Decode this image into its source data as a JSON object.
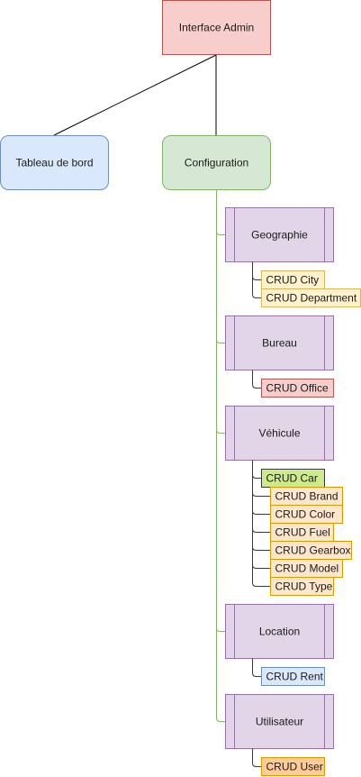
{
  "nodes": {
    "root": {
      "label": "Interface Admin",
      "fill": "#f8cecc",
      "stroke": "#b85450"
    },
    "dashboard": {
      "label": "Tableau de bord",
      "fill": "#dae8fc",
      "stroke": "#6c8ebf"
    },
    "config": {
      "label": "Configuration",
      "fill": "#d5e8d4",
      "stroke": "#82b366"
    }
  },
  "modules": [
    {
      "key": "geographie",
      "label": "Geographie",
      "fill": "#e1d5e7",
      "stroke": "#9673a6",
      "items": [
        {
          "label": "CRUD City",
          "fill": "#fff2cc",
          "stroke": "#d6b656"
        },
        {
          "label": "CRUD Department",
          "fill": "#fff2cc",
          "stroke": "#d6b656"
        }
      ]
    },
    {
      "key": "bureau",
      "label": "Bureau",
      "fill": "#e1d5e7",
      "stroke": "#9673a6",
      "items": [
        {
          "label": "CRUD Office",
          "fill": "#f8cecc",
          "stroke": "#b85450"
        }
      ]
    },
    {
      "key": "vehicule",
      "label": "Véhicule",
      "fill": "#e1d5e7",
      "stroke": "#9673a6",
      "items": [
        {
          "label": "CRUD Car",
          "fill": "#cdeb8b",
          "stroke": "#36393d"
        },
        {
          "label": "CRUD Brand",
          "fill": "#ffe6cc",
          "stroke": "#d79b00"
        },
        {
          "label": "CRUD Color",
          "fill": "#ffe6cc",
          "stroke": "#d79b00"
        },
        {
          "label": "CRUD Fuel",
          "fill": "#ffe6cc",
          "stroke": "#d79b00"
        },
        {
          "label": "CRUD Gearbox",
          "fill": "#ffe6cc",
          "stroke": "#d79b00"
        },
        {
          "label": "CRUD Model",
          "fill": "#ffe6cc",
          "stroke": "#d79b00"
        },
        {
          "label": "CRUD Type",
          "fill": "#ffe6cc",
          "stroke": "#d79b00"
        }
      ]
    },
    {
      "key": "location",
      "label": "Location",
      "fill": "#e1d5e7",
      "stroke": "#9673a6",
      "items": [
        {
          "label": "CRUD Rent",
          "fill": "#dae8fc",
          "stroke": "#6c8ebf"
        }
      ]
    },
    {
      "key": "utilisateur",
      "label": "Utilisateur",
      "fill": "#e1d5e7",
      "stroke": "#9673a6",
      "items": [
        {
          "label": "CRUD User",
          "fill": "#ffcc99",
          "stroke": "#d79b00"
        }
      ]
    }
  ],
  "colors": {
    "edge_black": "#000000",
    "edge_green": "#82b366",
    "edge_dark": "#36393d"
  }
}
